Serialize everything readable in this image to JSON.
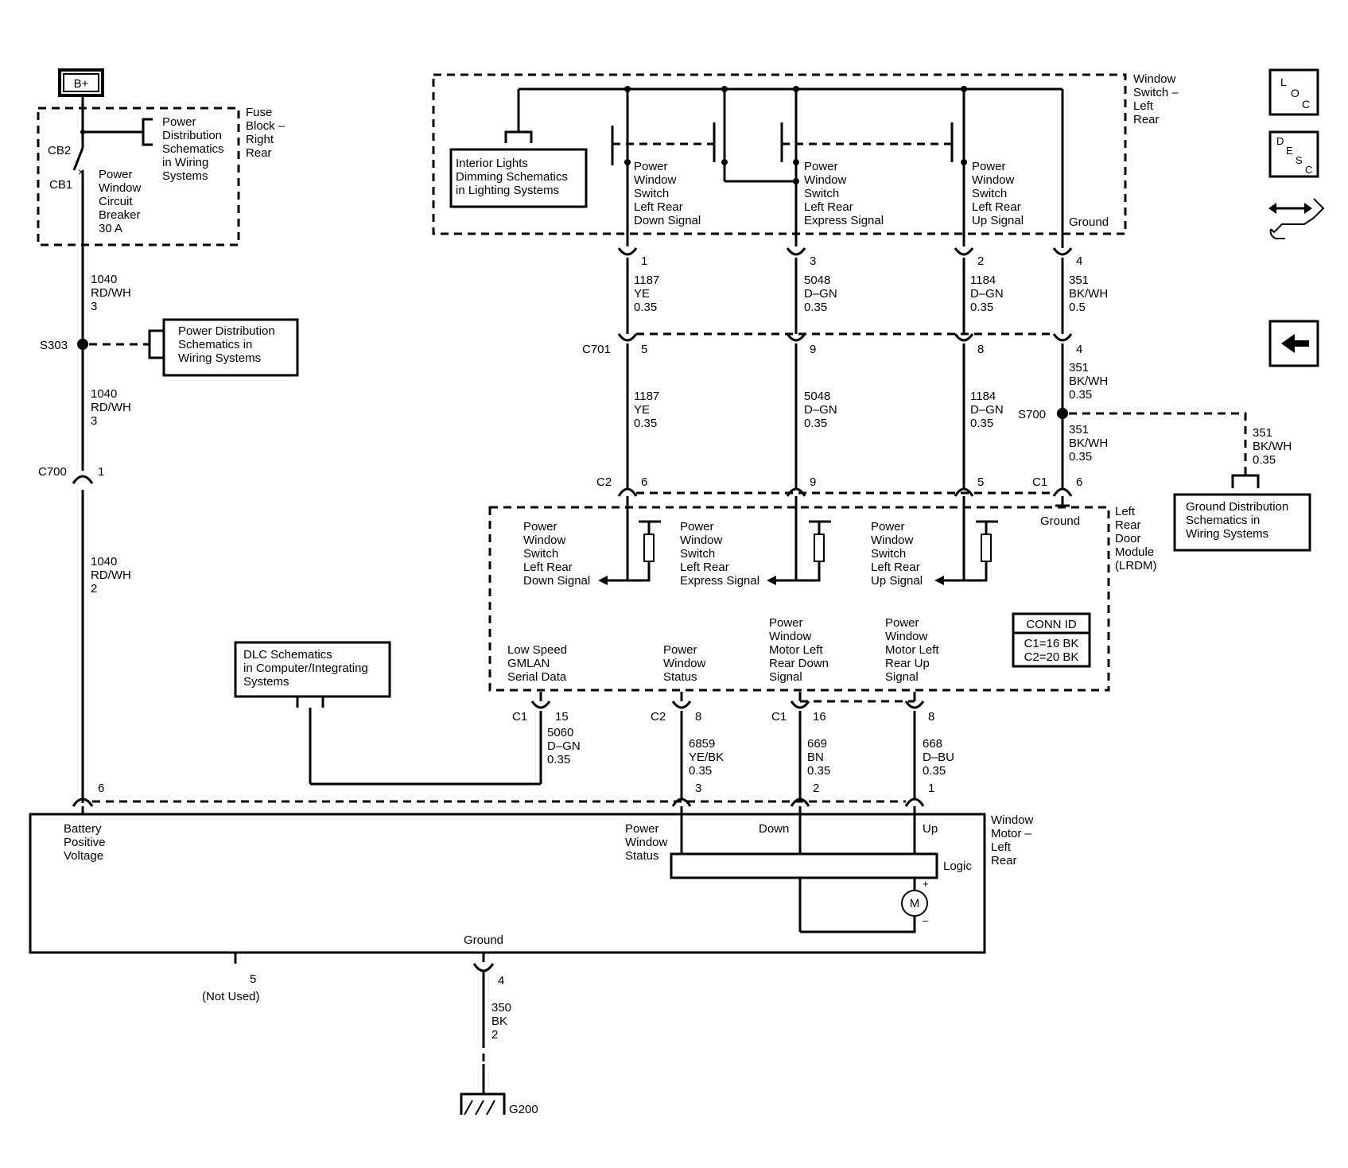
{
  "battery": {
    "label": "B+"
  },
  "fuse_block": {
    "title": [
      "Fuse",
      "Block –",
      "Right",
      "Rear"
    ],
    "cb2": "CB2",
    "cb1": "CB1",
    "breaker": [
      "Power",
      "Window",
      "Circuit",
      "Breaker",
      "30 A"
    ],
    "power_dist_ref": [
      "Power",
      "Distribution",
      "Schematics",
      "in Wiring",
      "Systems"
    ]
  },
  "left_wire": {
    "seg1": [
      "1040",
      "RD/WH",
      "3"
    ],
    "s303": "S303",
    "seg2": [
      "1040",
      "RD/WH",
      "3"
    ],
    "c700": "C700",
    "c700_pin": "1",
    "seg3": [
      "1040",
      "RD/WH",
      "2"
    ]
  },
  "power_dist_box": [
    "Power Distribution",
    "Schematics in",
    "Wiring Systems"
  ],
  "window_switch": {
    "title": [
      "Window",
      "Switch –",
      "Left",
      "Rear"
    ],
    "interior_box": [
      "Interior Lights",
      "Dimming Schematics",
      "in Lighting Systems"
    ],
    "down_signal": [
      "Power",
      "Window",
      "Switch",
      "Left Rear",
      "Down Signal"
    ],
    "express_signal": [
      "Power",
      "Window",
      "Switch",
      "Left Rear",
      "Express Signal"
    ],
    "up_signal": [
      "Power",
      "Window",
      "Switch",
      "Left Rear",
      "Up Signal"
    ],
    "ground": "Ground"
  },
  "switch_pins": [
    "1",
    "3",
    "2",
    "4"
  ],
  "upper_wires": [
    [
      "1187",
      "YE",
      "0.35"
    ],
    [
      "5048",
      "D–GN",
      "0.35"
    ],
    [
      "1184",
      "D–GN",
      "0.35"
    ],
    [
      "351",
      "BK/WH",
      "0.5"
    ]
  ],
  "c701": {
    "label": "C701",
    "pins": [
      "5",
      "9",
      "8",
      "4"
    ]
  },
  "mid_wires": [
    [
      "1187",
      "YE",
      "0.35"
    ],
    [
      "5048",
      "D–GN",
      "0.35"
    ],
    [
      "1184",
      "D–GN",
      "0.35"
    ],
    [
      "351",
      "BK/WH",
      "0.35"
    ]
  ],
  "s700": {
    "label": "S700",
    "lower_wire": [
      "351",
      "BK/WH",
      "0.35"
    ],
    "branch_wire": [
      "351",
      "BK/WH",
      "0.35"
    ]
  },
  "ground_dist_box": [
    "Ground Distribution",
    "Schematics in",
    "Wiring Systems"
  ],
  "lrdm_connectors": {
    "c2": "C2",
    "c1": "C1",
    "pins": [
      "6",
      "9",
      "5",
      "6"
    ]
  },
  "lrdm": {
    "title": [
      "Left",
      "Rear",
      "Door",
      "Module",
      "(LRDM)"
    ],
    "ground": "Ground",
    "down_signal": [
      "Power",
      "Window",
      "Switch",
      "Left Rear",
      "Down Signal"
    ],
    "express_signal": [
      "Power",
      "Window",
      "Switch",
      "Left Rear",
      "Express Signal"
    ],
    "up_signal": [
      "Power",
      "Window",
      "Switch",
      "Left Rear",
      "Up Signal"
    ],
    "gmlan": [
      "Low Speed",
      "GMLAN",
      "Serial Data"
    ],
    "status": [
      "Power",
      "Window",
      "Status"
    ],
    "motor_down": [
      "Power",
      "Window",
      "Motor Left",
      "Rear Down",
      "Signal"
    ],
    "motor_up": [
      "Power",
      "Window",
      "Motor Left",
      "Rear Up",
      "Signal"
    ],
    "conn_id_title": "CONN ID",
    "conn_id_values": [
      "C1=16 BK",
      "C2=20 BK"
    ]
  },
  "dlc_box": [
    "DLC Schematics",
    "in Computer/Integrating",
    "Systems"
  ],
  "bottom_connectors": [
    {
      "conn": "C1",
      "pin": "15",
      "wire": [
        "5060",
        "D–GN",
        "0.35"
      ]
    },
    {
      "conn": "C2",
      "pin": "8",
      "wire": [
        "6859",
        "YE/BK",
        "0.35"
      ]
    },
    {
      "conn": "C1",
      "pin": "16",
      "wire": [
        "669",
        "BN",
        "0.35"
      ]
    },
    {
      "conn": "",
      "pin": "8",
      "wire": [
        "668",
        "D–BU",
        "0.35"
      ]
    }
  ],
  "motor_pins": [
    "6",
    "3",
    "2",
    "1"
  ],
  "window_motor": {
    "title": [
      "Window",
      "Motor –",
      "Left",
      "Rear"
    ],
    "battery_positive": [
      "Battery",
      "Positive",
      "Voltage"
    ],
    "status": [
      "Power",
      "Window",
      "Status"
    ],
    "down": "Down",
    "up": "Up",
    "logic": "Logic",
    "motor_symbol": "M",
    "plus": "+",
    "minus": "–",
    "ground": "Ground"
  },
  "motor_bottom": {
    "pin5": "5",
    "not_used": "(Not Used)",
    "pin4": "4",
    "ground_wire": [
      "350",
      "BK",
      "2"
    ],
    "g200": "G200"
  },
  "side_icons": {
    "loc": [
      "L",
      "O",
      "C"
    ],
    "desc": [
      "D",
      "E",
      "S",
      "C"
    ]
  }
}
